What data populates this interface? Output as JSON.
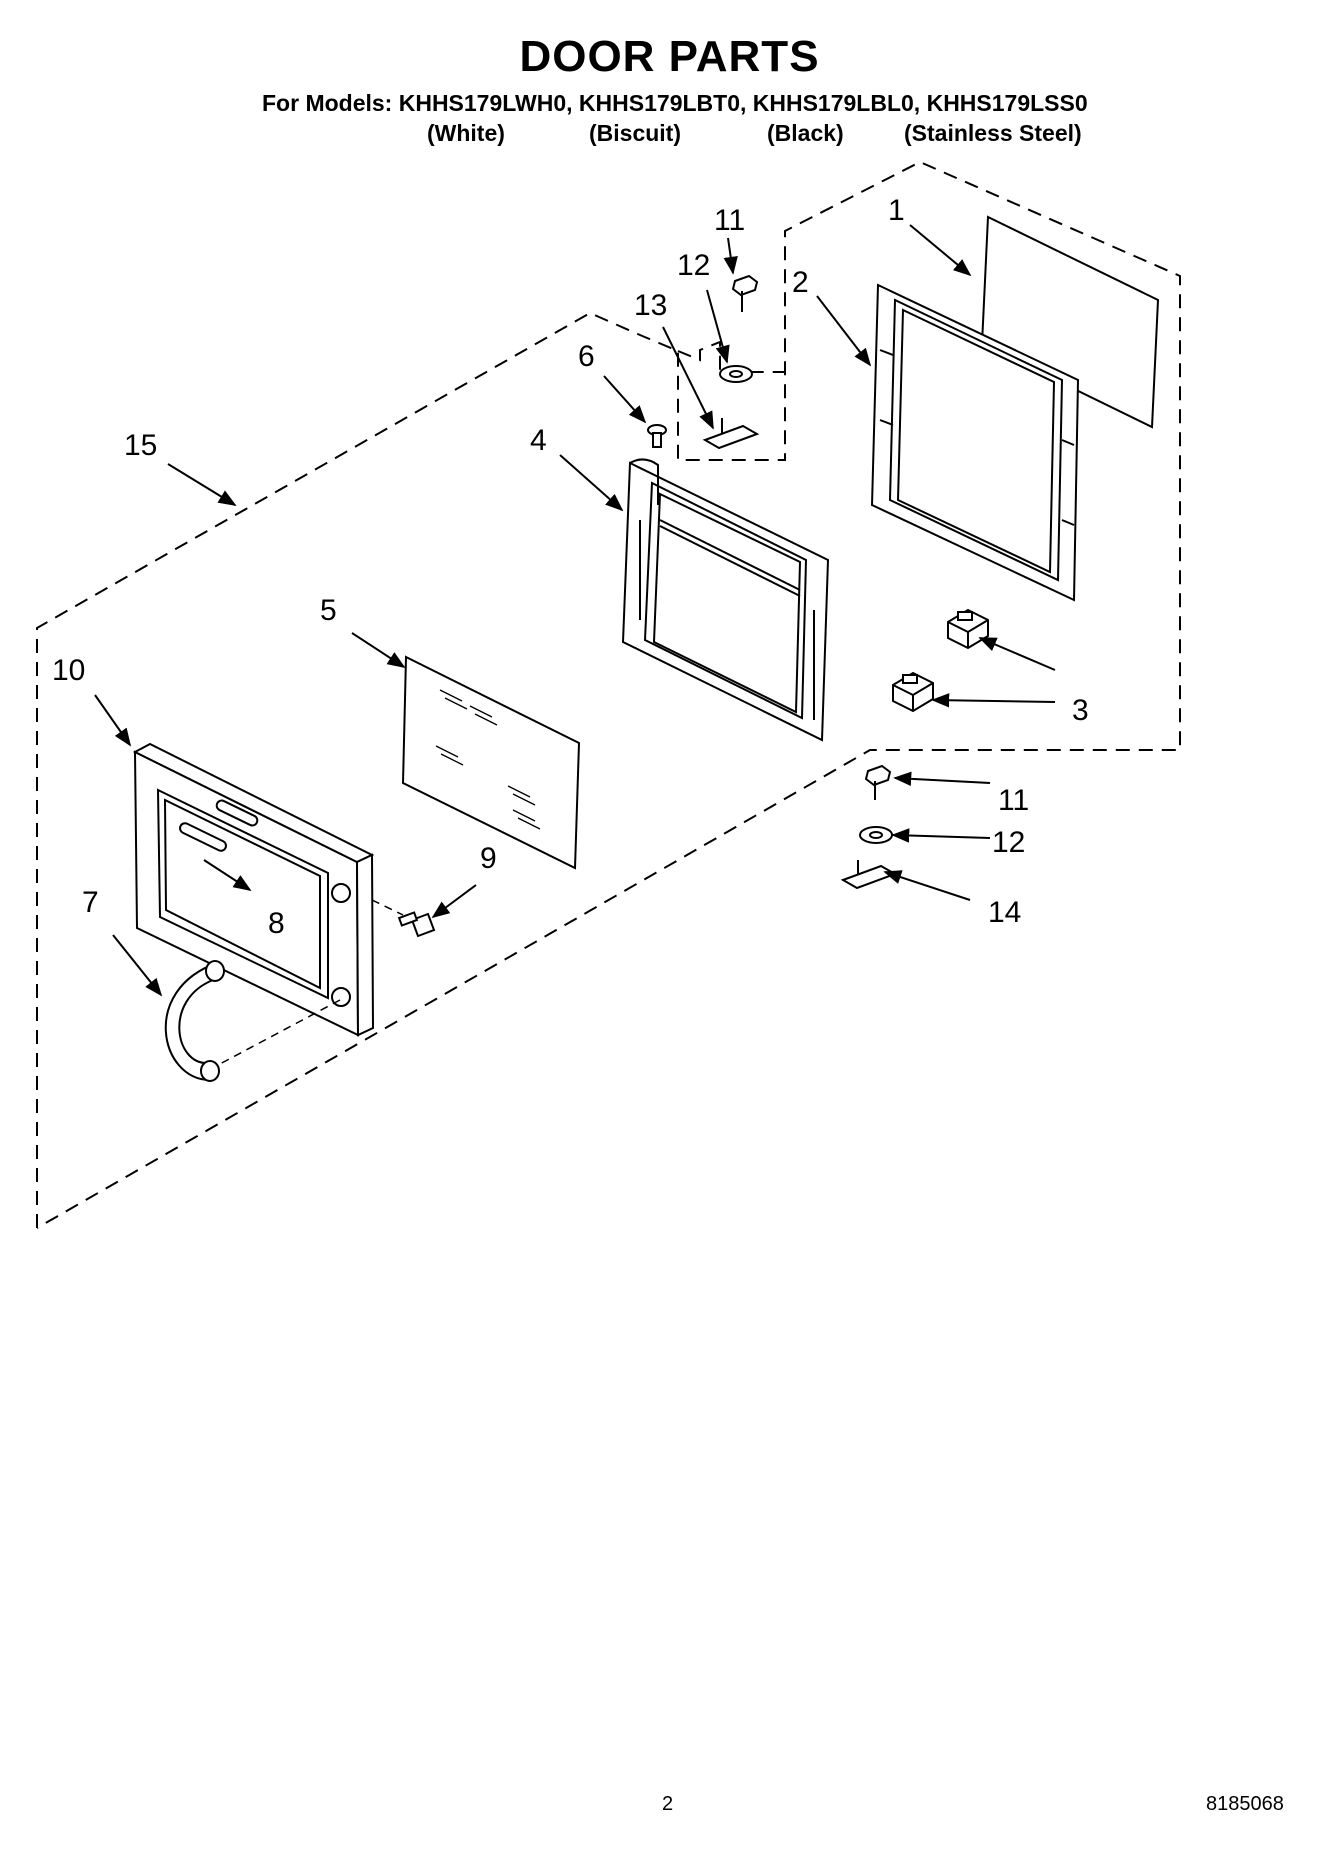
{
  "header": {
    "title": "DOOR PARTS",
    "models_line": "For Models: KHHS179LWH0, KHHS179LBT0, KHHS179LBL0, KHHS179LSS0",
    "variants": [
      "(White)",
      "(Biscuit)",
      "(Black)",
      "(Stainless Steel)"
    ]
  },
  "callouts": {
    "c1": "1",
    "c2": "2",
    "c3": "3",
    "c4": "4",
    "c5": "5",
    "c6": "6",
    "c7": "7",
    "c8": "8",
    "c9": "9",
    "c10": "10",
    "c11a": "11",
    "c11b": "11",
    "c12a": "12",
    "c12b": "12",
    "c13": "13",
    "c14": "14",
    "c15": "15"
  },
  "footer": {
    "page_number": "2",
    "doc_number": "8185068"
  }
}
